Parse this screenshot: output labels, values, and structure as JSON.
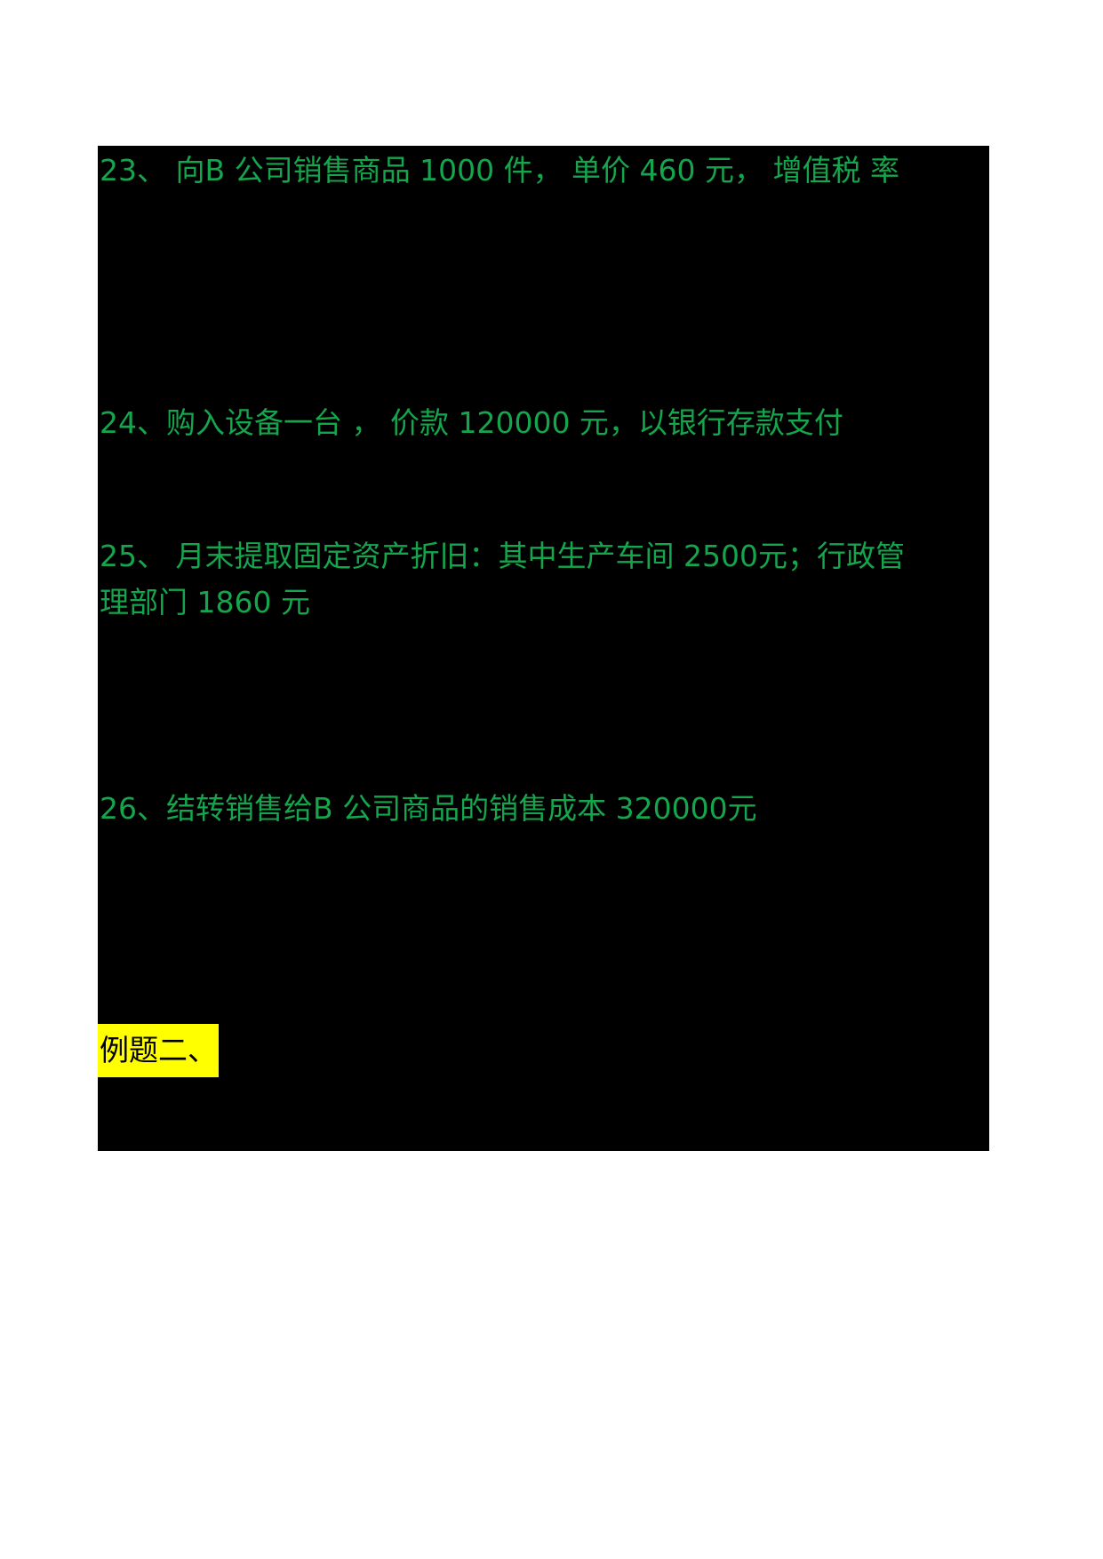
{
  "document": {
    "page_background": "#ffffff",
    "content_background": "#000000",
    "text_color": "#15a54c",
    "highlight_background": "#ffff00",
    "highlight_text_color": "#000000",
    "lines": [
      {
        "id": "item-23",
        "text": "23、 向B 公司销售商品 1000 件， 单价 460 元， 增值税 率"
      },
      {
        "id": "item-24",
        "text": "24、购入设备一台 ， 价款 120000 元，以银行存款支付"
      },
      {
        "id": "item-25-line1",
        "text": "25、 月末提取固定资产折旧：其中生产车间 2500元；行政管"
      },
      {
        "id": "item-25-line2",
        "text": "理部门 1860 元"
      },
      {
        "id": "item-26",
        "text": "26、结转销售给B 公司商品的销售成本 320000元"
      }
    ],
    "heading": {
      "id": "example-two-heading",
      "text": "例题二、"
    }
  }
}
